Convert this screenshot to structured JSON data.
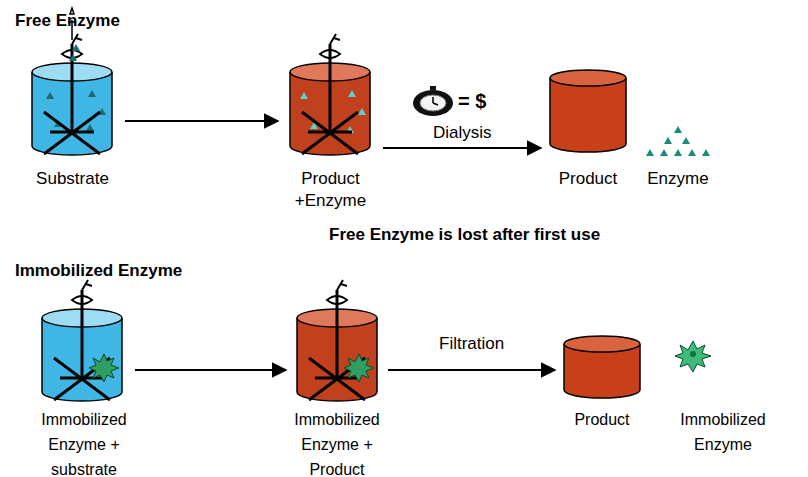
{
  "diagram": {
    "nodes": [
      {
        "text": [
          "Substrate"
        ]
      },
      {
        "text": [
          "Product +Enzyme"
        ]
      },
      {
        "text": [
          "Product"
        ]
      },
      {
        "text": [
          "Enzyme"
        ]
      },
      {
        "text": [
          "Immobilized Enzyme + substrate"
        ]
      },
      {
        "text": [
          "Immobilized Enzyme + Product"
        ]
      },
      {
        "text": [
          "Product"
        ]
      },
      {
        "text": [
          "Immobilized Enzyme"
        ]
      }
    ],
    "edges": [
      {
        "from": 0,
        "to": 1,
        "arrow": "to"
      },
      {
        "from": 1,
        "to": 2,
        "label": "Dialysis",
        "arrow": "to"
      },
      {
        "from": 4,
        "to": 5,
        "arrow": "to"
      },
      {
        "from": 5,
        "to": 6,
        "label": "Filtration",
        "arrow": "to"
      }
    ],
    "labels": [
      "Free Enzyme",
      "Free Enzyme is lost after first use",
      "Immobilized Enzyme",
      "= $"
    ]
  }
}
